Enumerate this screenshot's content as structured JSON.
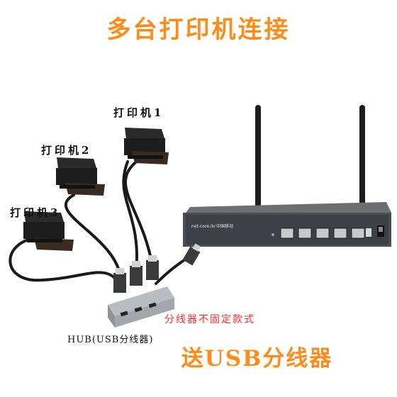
{
  "header": {
    "title": "多台打印机连接",
    "color": "#ff8c1a"
  },
  "printers": [
    {
      "label": "打印机1"
    },
    {
      "label": "打印机2"
    },
    {
      "label": "打印机3"
    }
  ],
  "router": {
    "brand": "net-core.ikr",
    "sub_brand": "中国移动"
  },
  "hub": {
    "label": "HUB(USB分线器)"
  },
  "note": {
    "text": "分线器不固定款式",
    "color": "#ff2a2a"
  },
  "promo": {
    "text": "送USB分线器",
    "color": "#ff8c1a"
  }
}
